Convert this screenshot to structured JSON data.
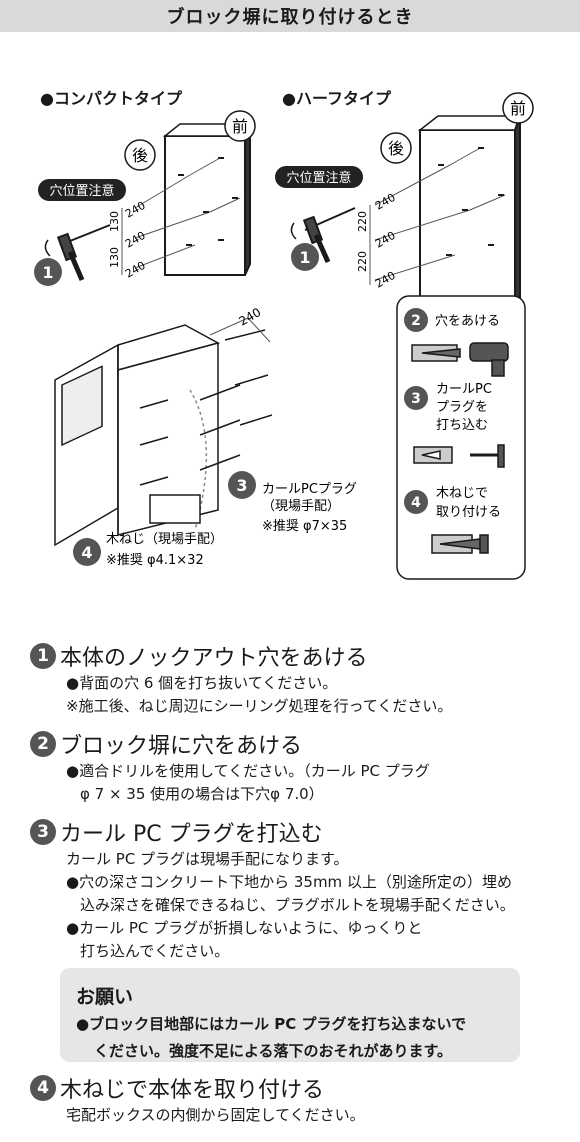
{
  "header": {
    "title": "ブロック塀に取り付けるとき"
  },
  "figure": {
    "compact_label": "●コンパクトタイプ",
    "half_label": "●ハーフタイプ",
    "front": "前",
    "back": "後",
    "hole_caution": "穴位置注意",
    "dim_240": "240",
    "dim_130": "130",
    "dim_220": "220",
    "step_num_1": "1",
    "step_num_2": "2",
    "step_num_3": "3",
    "step_num_4": "4",
    "plug_label_1": "カールPCプラグ",
    "plug_label_2": "（現場手配）",
    "plug_rec": "※推奨 φ7×35",
    "screw_label_1": "木ねじ（現場手配）",
    "screw_rec": "※推奨 φ4.1×32",
    "panel": {
      "drill": "穴をあける",
      "plug_1": "カールPC",
      "plug_2": "プラグを",
      "plug_3": "打ち込む",
      "screw_1": "木ねじで",
      "screw_2": "取り付ける"
    }
  },
  "steps": [
    {
      "num": "1",
      "title": "本体のノックアウト穴をあける"
    },
    {
      "num": "2",
      "title": "ブロック塀に穴をあける"
    },
    {
      "num": "3",
      "title": "カール PC プラグを打込む"
    },
    {
      "num": "4",
      "title": "木ねじで本体を取り付ける"
    }
  ],
  "step1": {
    "b1": "●背面の穴 6 個を打ち抜いてください。",
    "b2": "※施工後、ねじ周辺にシーリング処理を行ってください。"
  },
  "step2": {
    "b1": "●適合ドリルを使用してください。（カール PC プラグ",
    "b2": "φ 7 × 35 使用の場合は下穴φ 7.0）"
  },
  "step3": {
    "intro": "カール PC プラグは現場手配になります。",
    "b1": "●穴の深さコンクリート下地から 35mm 以上（別途所定の）埋め",
    "b1b": "込み深さを確保できるねじ、プラグボルトを現場手配ください。",
    "b2": "●カール PC プラグが折損しないように、ゆっくりと",
    "b2b": "打ち込んでください。"
  },
  "note": {
    "title": "お願い",
    "b1": "●ブロック目地部にはカール PC プラグを打ち込まないで",
    "b2": "ください。強度不足による落下のおそれがあります。"
  },
  "step4": {
    "text": "宅配ボックスの内側から固定してください。"
  }
}
